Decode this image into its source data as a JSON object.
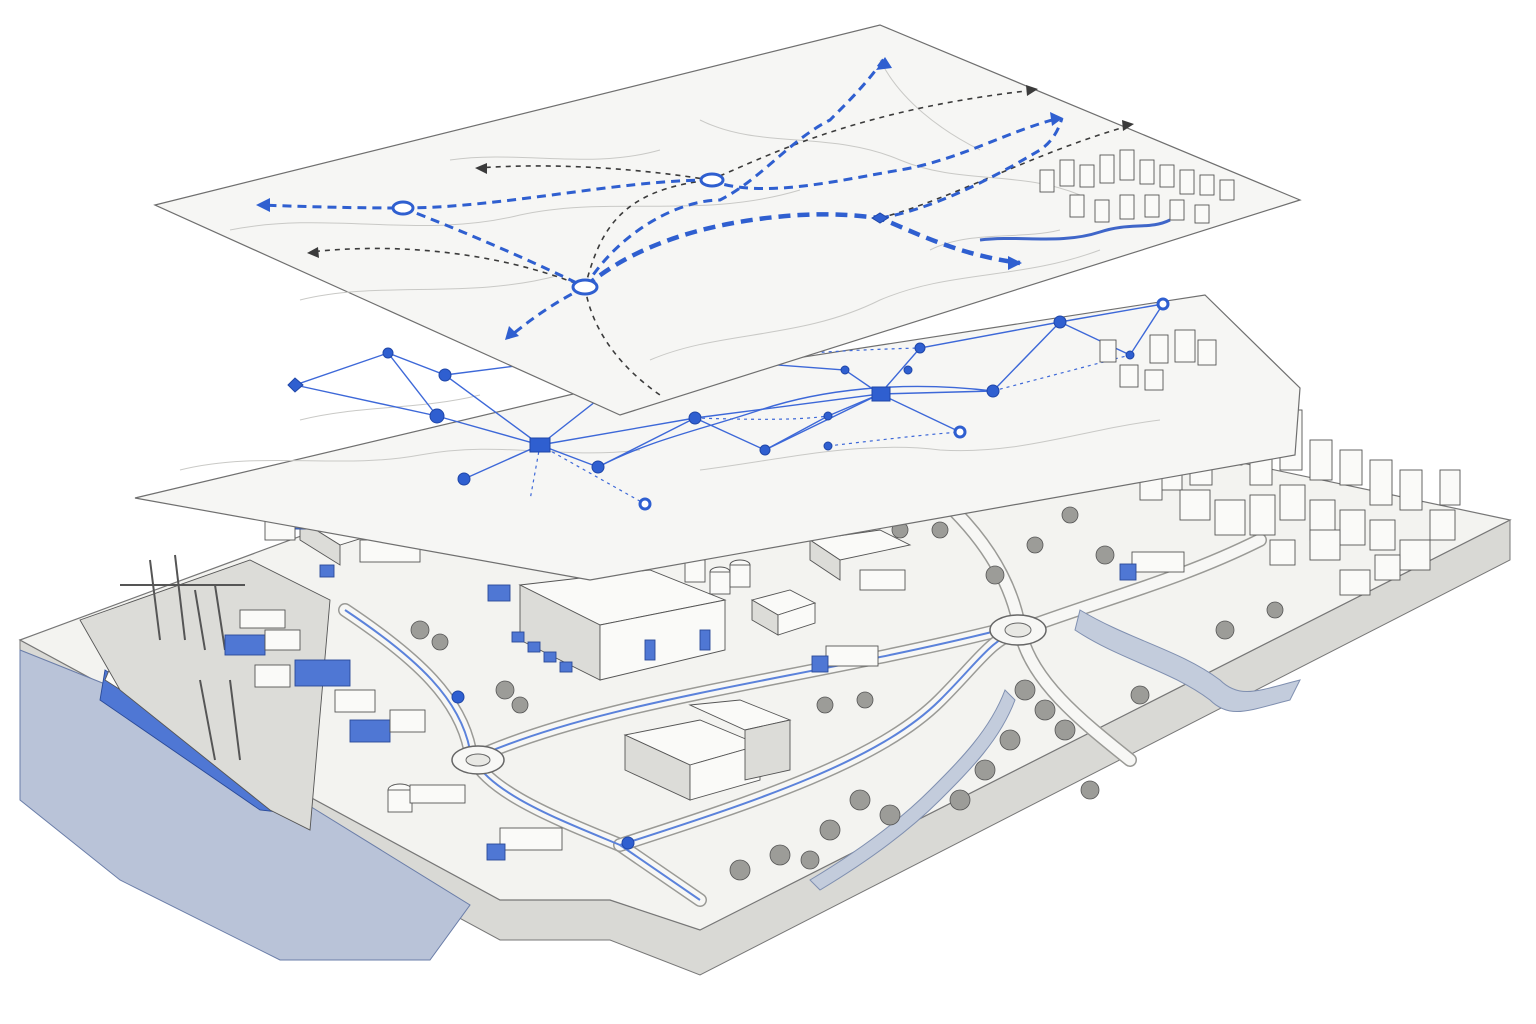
{
  "scene": {
    "layers": [
      "strategic-routes-layer",
      "network-graph-layer",
      "physical-infrastructure-layer"
    ],
    "colors": {
      "accent_blue": "#2f5fd0",
      "route_gray": "#3b3b3b",
      "paper": "#f6f6f4",
      "water": "#b9c3d8"
    },
    "elements": {
      "port": "container-port-with-cranes",
      "ship": "cargo-ship",
      "warehouses": "warehouse-cluster",
      "trucks": "delivery-trucks",
      "tanks": "storage-tanks",
      "city": "city-blocks",
      "river": "river",
      "trees": "tree-groves",
      "roundabouts": "roundabouts"
    }
  }
}
